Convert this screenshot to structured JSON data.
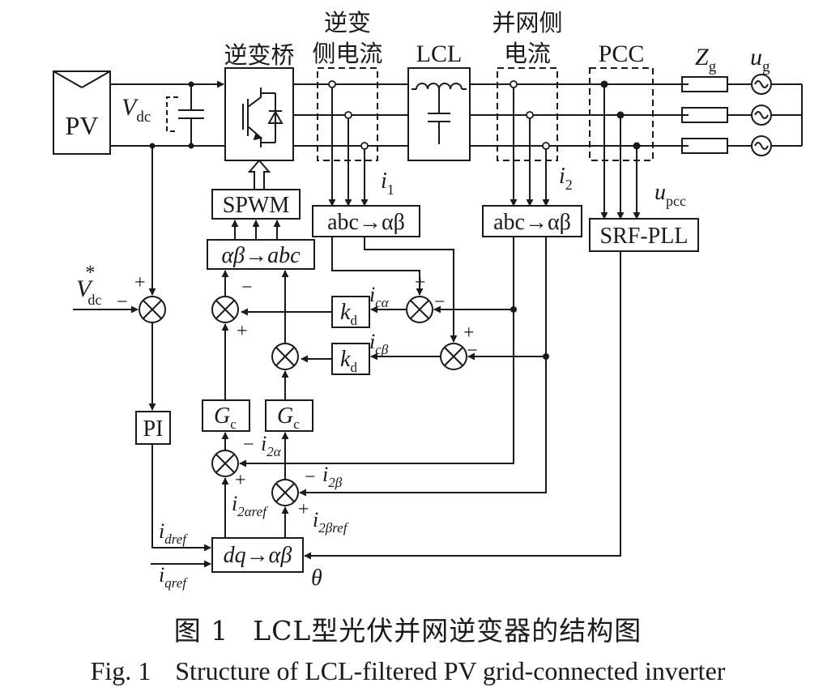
{
  "labels": {
    "pv": "PV",
    "vdc": "V",
    "vdc_sub": "dc",
    "inverter_bridge": "逆变桥",
    "inv_current_1": "逆变",
    "inv_current_2": "侧电流",
    "lcl": "LCL",
    "grid_current_1": "并网侧",
    "grid_current_2": "电流",
    "pcc": "PCC",
    "zg": "Z",
    "zg_sub": "g",
    "ug": "u",
    "ug_sub": "g",
    "spwm": "SPWM",
    "ab_to_abc": "αβ→abc",
    "abc_to_ab_1": "abc→αβ",
    "abc_to_ab_2": "abc→αβ",
    "srf_pll": "SRF-PLL",
    "i1": "i",
    "i1_sub": "1",
    "i2": "i",
    "i2_sub": "2",
    "upcc": "u",
    "upcc_sub": "pcc",
    "vdc_ref": "V",
    "vdc_ref_sub": "dc",
    "vdc_ref_sup": "*",
    "pi": "PI",
    "kd_1": "k",
    "kd_1_sub": "d",
    "kd_2": "k",
    "kd_2_sub": "d",
    "gc_1": "G",
    "gc_1_sub": "c",
    "gc_2": "G",
    "gc_2_sub": "c",
    "ica": "i",
    "ica_sub": "cα",
    "icb": "i",
    "icb_sub": "cβ",
    "i2a": "i",
    "i2a_sub": "2α",
    "i2b": "i",
    "i2b_sub": "2β",
    "i2aref": "i",
    "i2aref_sub": "2αref",
    "i2bref": "i",
    "i2bref_sub": "2βref",
    "idref": "i",
    "idref_sub": "dref",
    "iqref": "i",
    "iqref_sub": "qref",
    "dq_to_ab": "dq→αβ",
    "theta": "θ",
    "plus": "+",
    "minus": "−"
  },
  "caption": {
    "zh_num": "图 1",
    "zh_text": "LCL型光伏并网逆变器的结构图",
    "en_num": "Fig. 1",
    "en_text": "Structure of LCL-filtered PV grid-connected inverter"
  }
}
